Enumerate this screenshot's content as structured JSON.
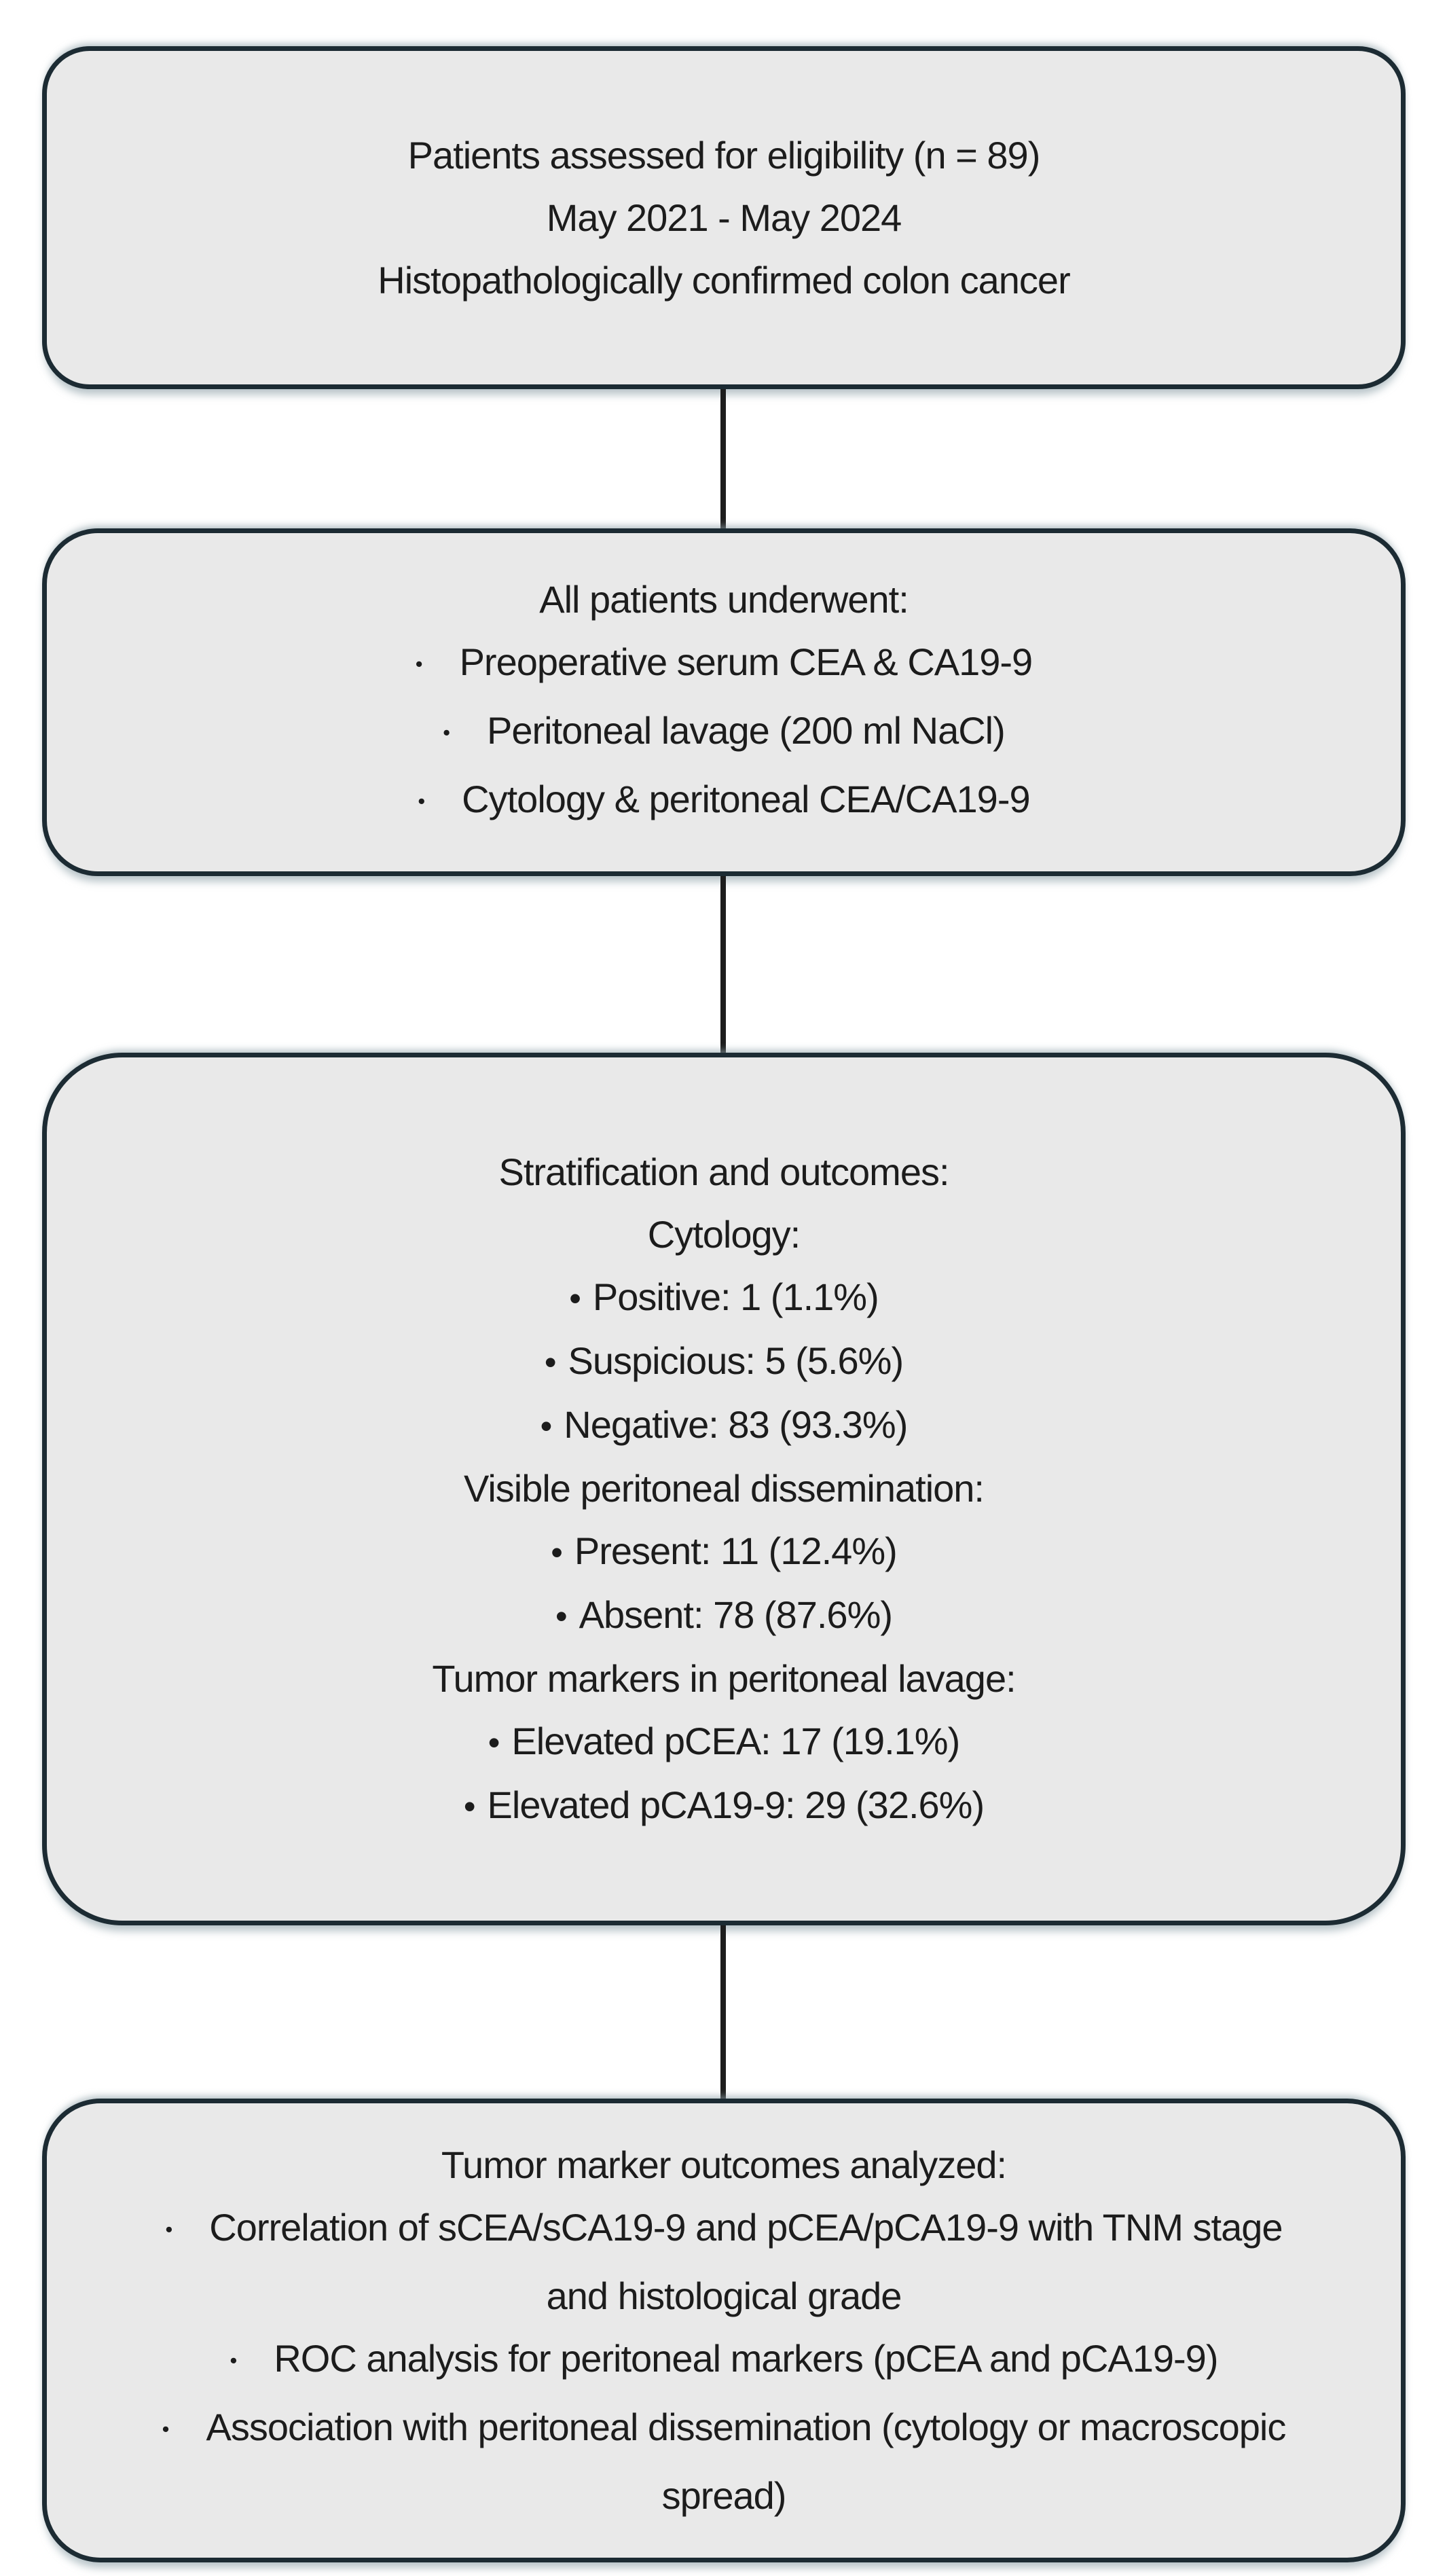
{
  "diagram": {
    "bullet_char": "•",
    "colors": {
      "background": "#ffffff",
      "box_fill": "#e9e9e9",
      "box_border": "#1c2b33",
      "connector": "#1d1d1d",
      "text": "#1c1c1c",
      "shadow": "#91a3ab"
    },
    "boxes": [
      {
        "id": "eligibility",
        "lines": [
          {
            "text": "Patients assessed for eligibility (n = 89)",
            "bullet": false
          },
          {
            "text": "May 2021 - May 2024",
            "bullet": false
          },
          {
            "text": "Histopathologically confirmed colon cancer",
            "bullet": false
          }
        ]
      },
      {
        "id": "procedures",
        "lines": [
          {
            "text": "All patients underwent:",
            "bullet": false
          },
          {
            "text": "Preoperative serum CEA & CA19-9",
            "bullet": true
          },
          {
            "text": "Peritoneal lavage (200 ml NaCl)",
            "bullet": true
          },
          {
            "text": "Cytology & peritoneal CEA/CA19-9",
            "bullet": true
          }
        ]
      },
      {
        "id": "stratification",
        "lines": [
          {
            "text": "Stratification and outcomes:",
            "bullet": false
          },
          {
            "text": "Cytology:",
            "bullet": false
          },
          {
            "text": "Positive: 1 (1.1%)",
            "bullet": true
          },
          {
            "text": "Suspicious: 5 (5.6%)",
            "bullet": true
          },
          {
            "text": "Negative: 83 (93.3%)",
            "bullet": true
          },
          {
            "text": "Visible peritoneal dissemination:",
            "bullet": false
          },
          {
            "text": "Present: 11 (12.4%)",
            "bullet": true
          },
          {
            "text": "Absent: 78 (87.6%)",
            "bullet": true
          },
          {
            "text": "Tumor markers in peritoneal lavage:",
            "bullet": false
          },
          {
            "text": "Elevated pCEA: 17 (19.1%)",
            "bullet": true
          },
          {
            "text": "Elevated pCA19-9: 29 (32.6%)",
            "bullet": true
          }
        ]
      },
      {
        "id": "outcomes",
        "lines": [
          {
            "text": "Tumor marker outcomes analyzed:",
            "bullet": false
          },
          {
            "text": "Correlation of sCEA/sCA19-9 and pCEA/pCA19-9 with TNM stage and histological grade",
            "bullet": true
          },
          {
            "text": "ROC analysis for peritoneal markers (pCEA and pCA19-9)",
            "bullet": true
          },
          {
            "text": "Association with peritoneal dissemination (cytology or macroscopic spread)",
            "bullet": true
          }
        ]
      }
    ]
  }
}
